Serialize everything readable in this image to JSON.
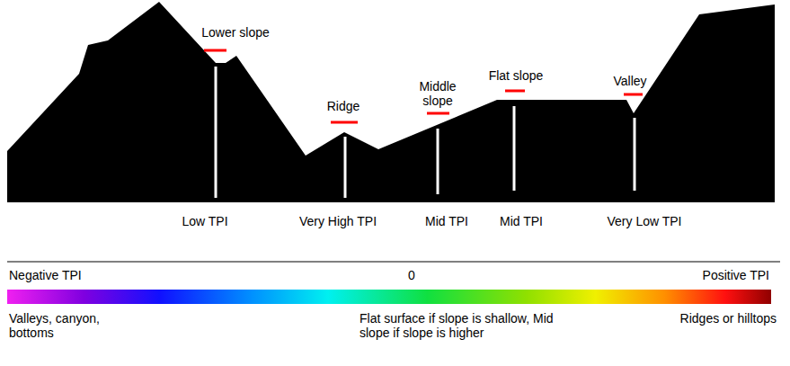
{
  "diagram": {
    "labels": [
      "Lower slope",
      "Ridge",
      "Middle slope",
      "Flat slope",
      "Valley",
      "Low TPI",
      "Very High TPI",
      "Mid TPI",
      "Mid TPI",
      "Very Low TPI",
      "Negative TPI",
      "0",
      "Positive TPI",
      "Valleys, canyon, bottoms",
      "Flat surface if slope is shallow, Mid slope if slope is higher",
      "Ridges or hilltops"
    ]
  }
}
